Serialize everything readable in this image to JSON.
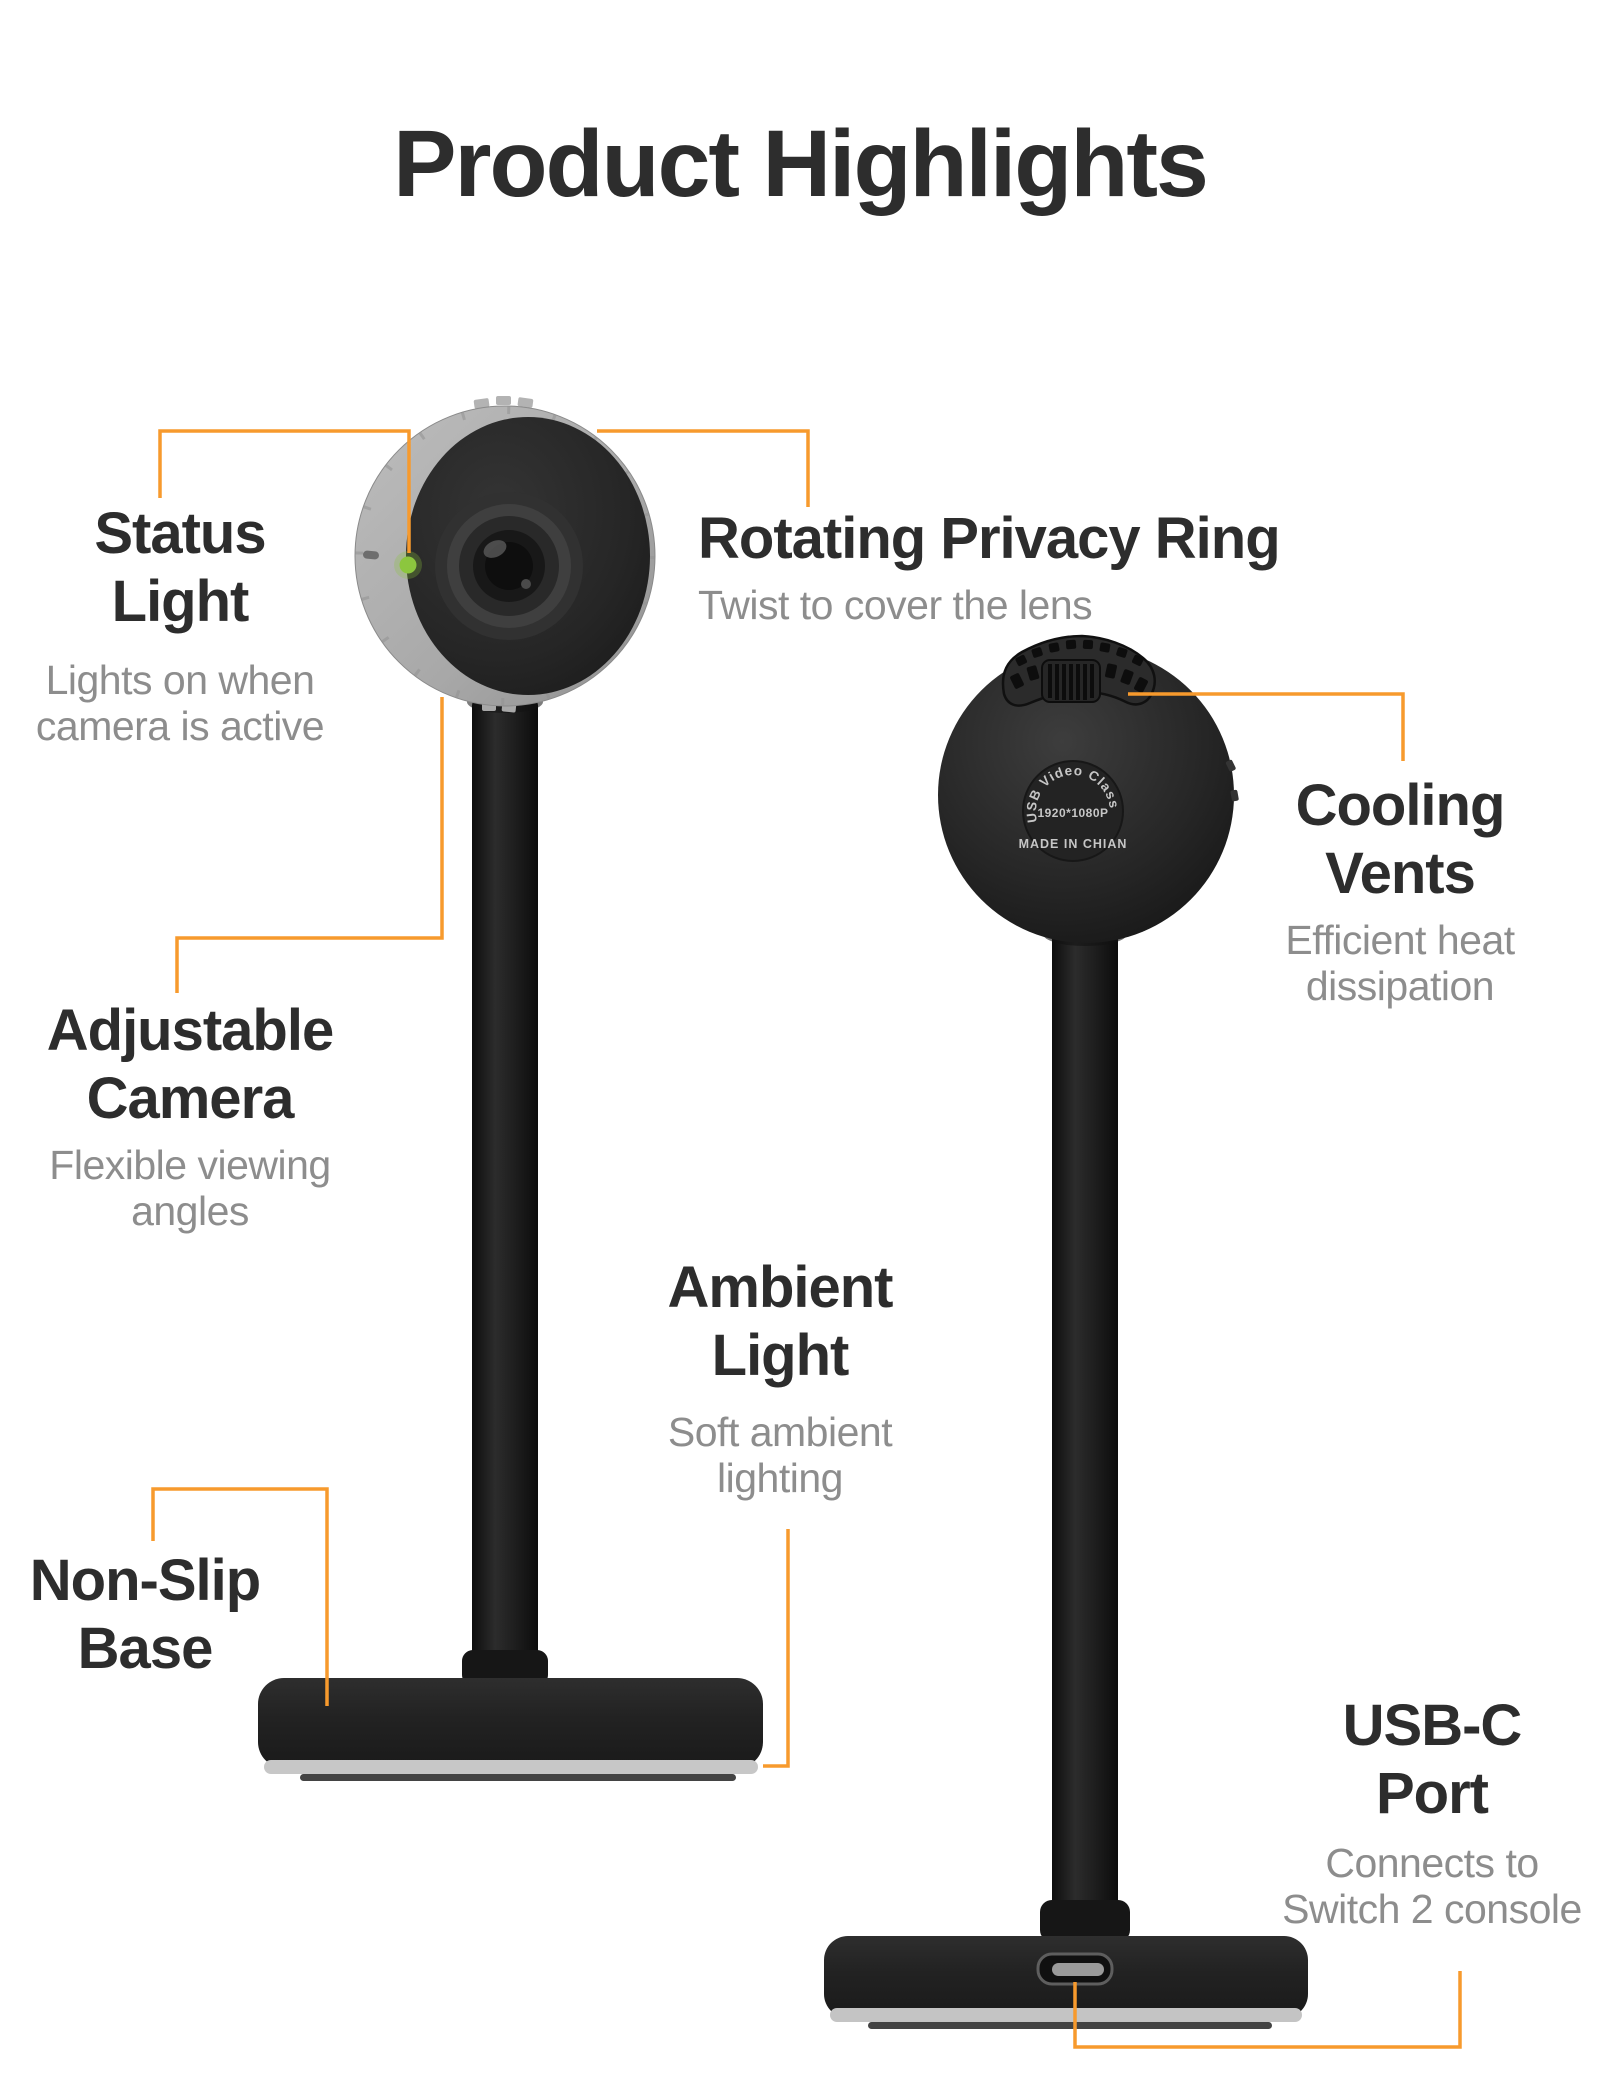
{
  "page": {
    "title": "Product Highlights"
  },
  "colors": {
    "accent": "#F79A2D",
    "heading": "#2D2D2D",
    "description": "#8D8D8D",
    "status-led": "#8CC63E"
  },
  "callouts": {
    "status_light": {
      "title": "Status\nLight",
      "description": "Lights on when\ncamera is active"
    },
    "rotating_privacy_ring": {
      "title": "Rotating Privacy Ring",
      "description": "Twist to cover the lens"
    },
    "cooling_vents": {
      "title": "Cooling\nVents",
      "description": "Efficient heat\ndissipation"
    },
    "adjustable_camera": {
      "title": "Adjustable\nCamera",
      "description": "Flexible viewing\nangles"
    },
    "ambient_light": {
      "title": "Ambient\nLight",
      "description": "Soft ambient\nlighting"
    },
    "non_slip_base": {
      "title": "Non-Slip\nBase"
    },
    "usb_c_port": {
      "title": "USB-C\nPort",
      "description": "Connects to\nSwitch 2 console"
    }
  },
  "rear_camera_label": {
    "arc_text": "USB Video Class",
    "resolution": "1920*1080P",
    "origin": "MADE IN CHIAN"
  }
}
